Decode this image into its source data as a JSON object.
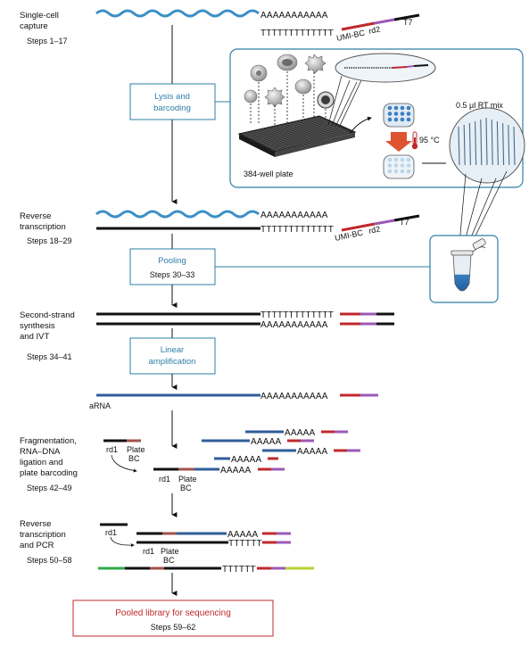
{
  "stages": {
    "s1": {
      "title": [
        "Single-cell",
        "capture"
      ],
      "steps": "Steps 1–17"
    },
    "s2": {
      "title": [
        "Reverse",
        "transcription"
      ],
      "steps": "Steps 18–29"
    },
    "s3": {
      "title": [
        "Second-strand",
        "synthesis",
        "and IVT"
      ],
      "steps": "Steps 34–41"
    },
    "s4": {
      "title": [
        "Fragmentation,",
        "RNA–DNA",
        "ligation and",
        "plate barcoding"
      ],
      "steps": "Steps 42–49"
    },
    "s5": {
      "title": [
        "Reverse",
        "transcription",
        "and PCR"
      ],
      "steps": "Steps 50–58"
    }
  },
  "boxes": {
    "lysis": [
      "Lysis and",
      "barcoding"
    ],
    "pooling": {
      "label": "Pooling",
      "steps": "Steps 30–33"
    },
    "linear": [
      "Linear",
      "amplification"
    ],
    "final": {
      "label": "Pooled library for sequencing",
      "steps": "Steps 59–62"
    }
  },
  "sequences": {
    "polyA_long": "AAAAAAAAAAA",
    "polyT_long": "TTTTTTTTTTTTT",
    "polyA5": "AAAAA",
    "polyT6": "TTTTTT"
  },
  "labels": {
    "umi_bc": "UMI-BC",
    "rd2": "rd2",
    "t7": "T7",
    "arna": "aRNA",
    "rd1": "rd1",
    "plate": "Plate",
    "bc": "BC",
    "plate_384": "384-well plate",
    "rt_mix": "0.5 µl RT mix",
    "temp": "95 °C"
  },
  "colors": {
    "accent_box": "#2e7fa6",
    "dna_blue": "#2f5d98",
    "wave_blue": "#3c8fc7",
    "barcode_red": "#c0282d",
    "barcode_purple": "#9b59b6",
    "final_box": "#c0282d",
    "adapter_green": "#2faa4a",
    "adapter_lime": "#b5d334",
    "plate_bc_brown": "#a0524a"
  }
}
